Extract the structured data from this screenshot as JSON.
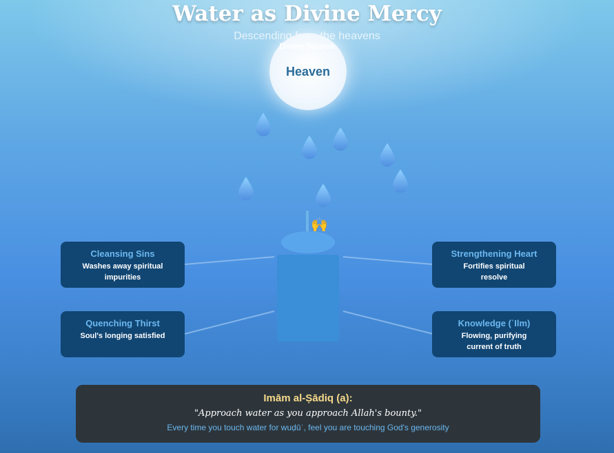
{
  "header": {
    "title": "Water as Divine Mercy",
    "subtitle": "Descending from the heavens",
    "source_label": "Divine Source"
  },
  "source": {
    "label": "Heaven"
  },
  "vessel": {
    "icon": "raised-hands-emoji",
    "glyph": "🙌"
  },
  "benefits": [
    {
      "title": "Cleansing Sins",
      "text": "Washes away spiritual impurities"
    },
    {
      "title": "Quenching Thirst",
      "text": "Soul's longing satisfied"
    },
    {
      "title": "Strengthening Heart",
      "text": "Fortifies spiritual resolve"
    },
    {
      "title": "Knowledge (ʿIlm)",
      "text": "Flowing, purifying current of truth"
    }
  ],
  "quote": {
    "author": "Imām al-Ṣādiq (a):",
    "text": "\"Approach water as you approach Allah's bounty.\"",
    "note": "Every time you touch water for wuḍūʾ, feel you are touching God's generosity"
  },
  "colors": {
    "box_bg": "#114673",
    "box_title": "#6cb8f0",
    "quote_bg": "#2d353b",
    "quote_author": "#f5d98a",
    "drop": "#5aa6ec"
  }
}
